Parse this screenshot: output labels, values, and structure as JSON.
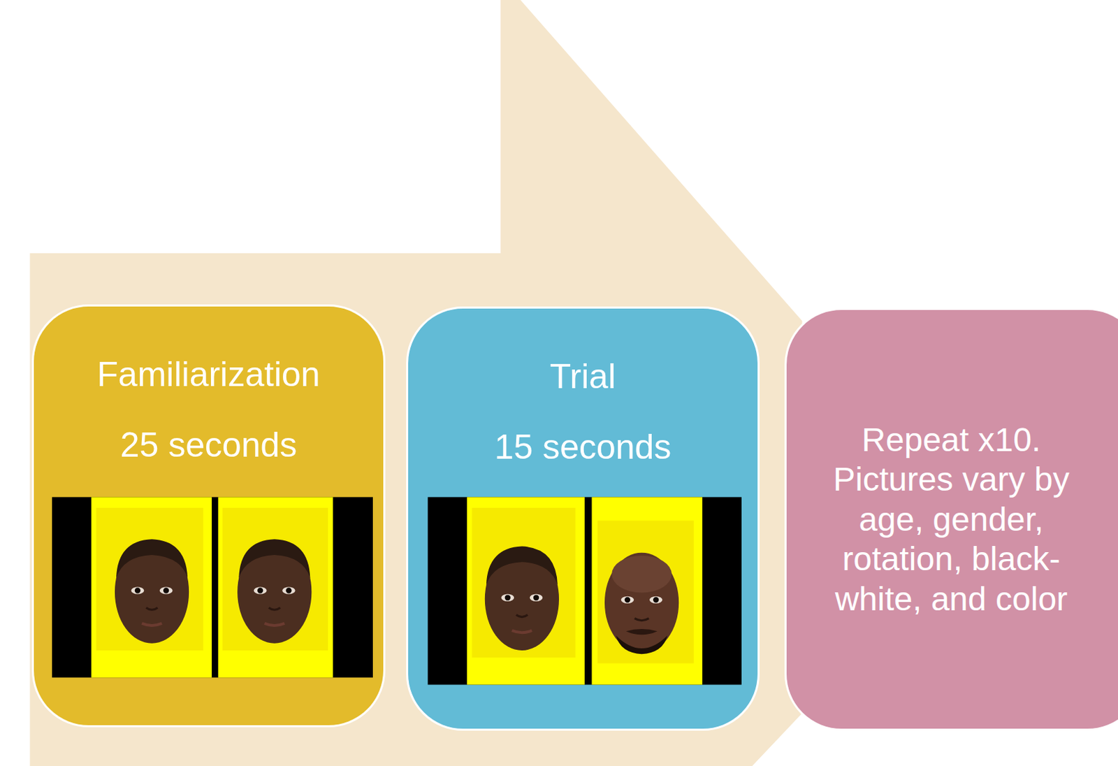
{
  "diagram": {
    "nodes": [
      {
        "text": [
          "Familiarization",
          "25 seconds"
        ]
      },
      {
        "text": [
          "Trial",
          "15 seconds"
        ]
      },
      {
        "text": [
          "Repeat x10. Pictures vary by age, gender, rotation, black-white, and color"
        ]
      }
    ]
  }
}
